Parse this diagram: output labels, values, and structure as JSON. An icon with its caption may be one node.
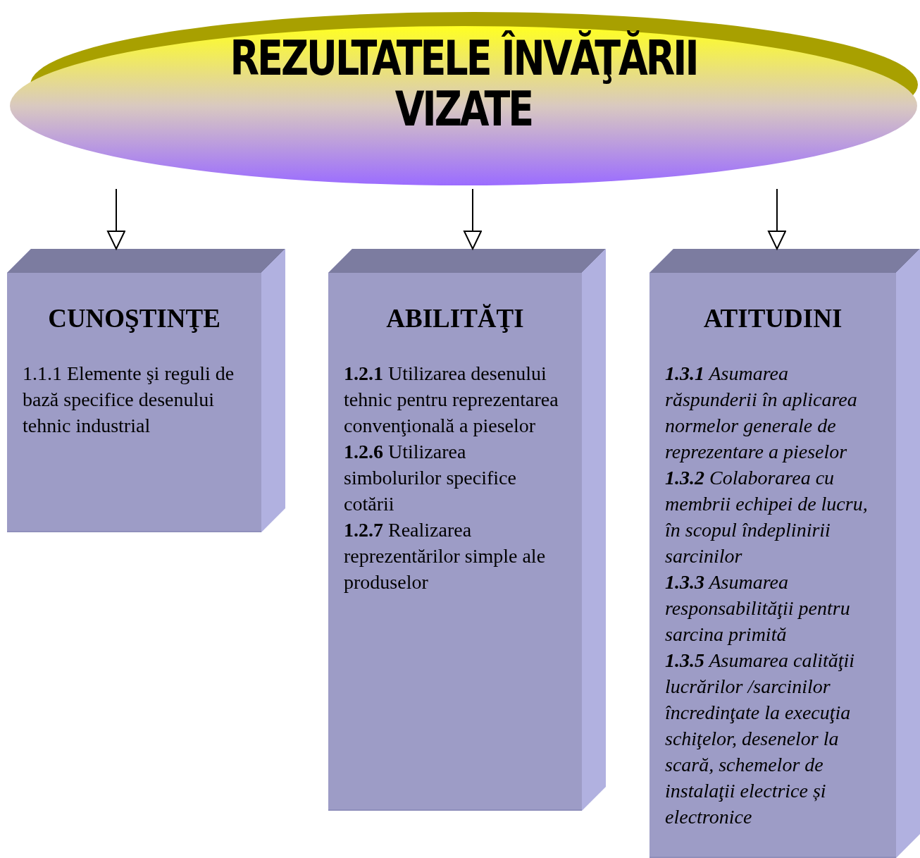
{
  "diagram": {
    "nodes": [
      {
        "text": [
          "REZULTATELE ÎNVĂŢĂRII VIZATE"
        ]
      },
      {
        "text": [
          "CUNOŞTINŢE",
          "1.1.1 Elemente şi reguli de bază specifice desenului tehnic industrial"
        ]
      },
      {
        "text": [
          "ABILITĂŢI",
          "**1.2.1** Utilizarea desenului tehnic pentru reprezentarea convenţională a pieselor",
          "**1.2.6** Utilizarea simbolurilor specifice cotării",
          "**1.2.7** Realizarea reprezentărilor simple ale produselor"
        ]
      },
      {
        "text": [
          "ATITUDINI",
          "**1.3.1** Asumarea răspunderii în aplicarea normelor generale de reprezentare a pieselor",
          "**1.3.2** Colaborarea cu membrii echipei de lucru, în scopul îndeplinirii sarcinilor",
          "**1.3.3** Asumarea responsabilităţii pentru sarcina primită",
          "**1.3.5** Asumarea calităţii lucrărilor /sarcinilor încredinţate la execuţia schiţelor, desenelor la scară, schemelor de instalaţii electrice și electronice"
        ]
      }
    ],
    "edges": [
      {
        "from": 0,
        "to": 1,
        "arrow": "to"
      },
      {
        "from": 0,
        "to": 2,
        "arrow": "to"
      },
      {
        "from": 0,
        "to": 3,
        "arrow": "to"
      }
    ]
  }
}
